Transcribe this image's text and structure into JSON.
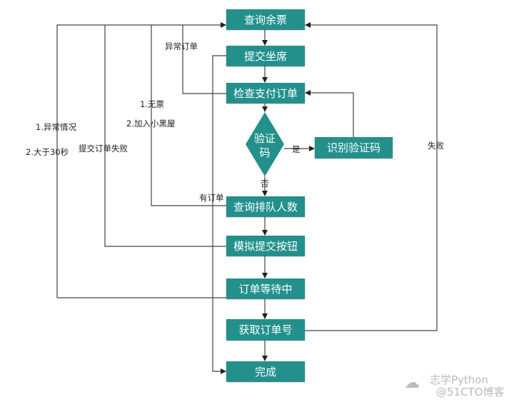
{
  "nodes": {
    "query_tickets": "查询余票",
    "submit_seat": "提交坐席",
    "check_pay_order": "检查支付订单",
    "captcha": "验证码",
    "recognize_captcha": "识别验证码",
    "query_queue": "查询排队人数",
    "simulate_submit": "模拟提交按钮",
    "order_waiting": "订单等待中",
    "get_order_no": "获取订单号",
    "done": "完成"
  },
  "edge_labels": {
    "abnormal_order": "异常订单",
    "no_ticket": "1.无票",
    "blacklist": "2.加入小黑屋",
    "abnormal": "1.异常情况",
    "over_30s": "2.大于30秒",
    "submit_fail": "提交订单失败",
    "yes": "是",
    "no": "否",
    "has_order": "有订单",
    "fail": "失败"
  },
  "watermark": {
    "line1": "志学Python",
    "line2": "@51CTO博客"
  },
  "colors": {
    "node": "#23908c",
    "line": "#333333"
  }
}
